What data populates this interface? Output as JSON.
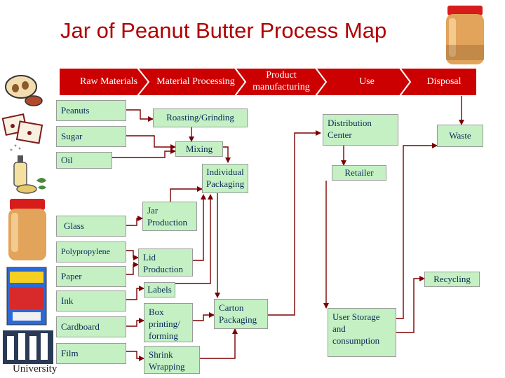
{
  "title": "Jar of Peanut Butter Process Map",
  "stages": [
    "Raw Materials",
    "Material Processing",
    "Product manufacturing",
    "Use",
    "Disposal"
  ],
  "raw_materials": [
    "Peanuts",
    "Sugar",
    "Oil",
    "Glass",
    "Polypropylene",
    "Paper",
    "Ink",
    "Cardboard",
    "Film"
  ],
  "processing": {
    "roasting": "Roasting/Grinding",
    "mixing": "Mixing",
    "individual_packaging": "Individual Packaging",
    "jar_production": "Jar Production",
    "lid_production": "Lid Production",
    "labels": "Labels",
    "box_printing": "Box printing/ forming",
    "shrink_wrapping": "Shrink Wrapping",
    "carton_packaging": "Carton Packaging"
  },
  "use": {
    "distribution_center": "Distribution Center",
    "retailer": "Retailer",
    "user_storage": "User Storage and consumption"
  },
  "disposal": {
    "waste": "Waste",
    "recycling": "Recycling"
  },
  "logo_text": "University",
  "colors": {
    "title": "#b00000",
    "box_fill": "#c4f0c4",
    "header": "#cc0000",
    "box_text": "#0a2a55",
    "arrow": "#7a0000"
  }
}
